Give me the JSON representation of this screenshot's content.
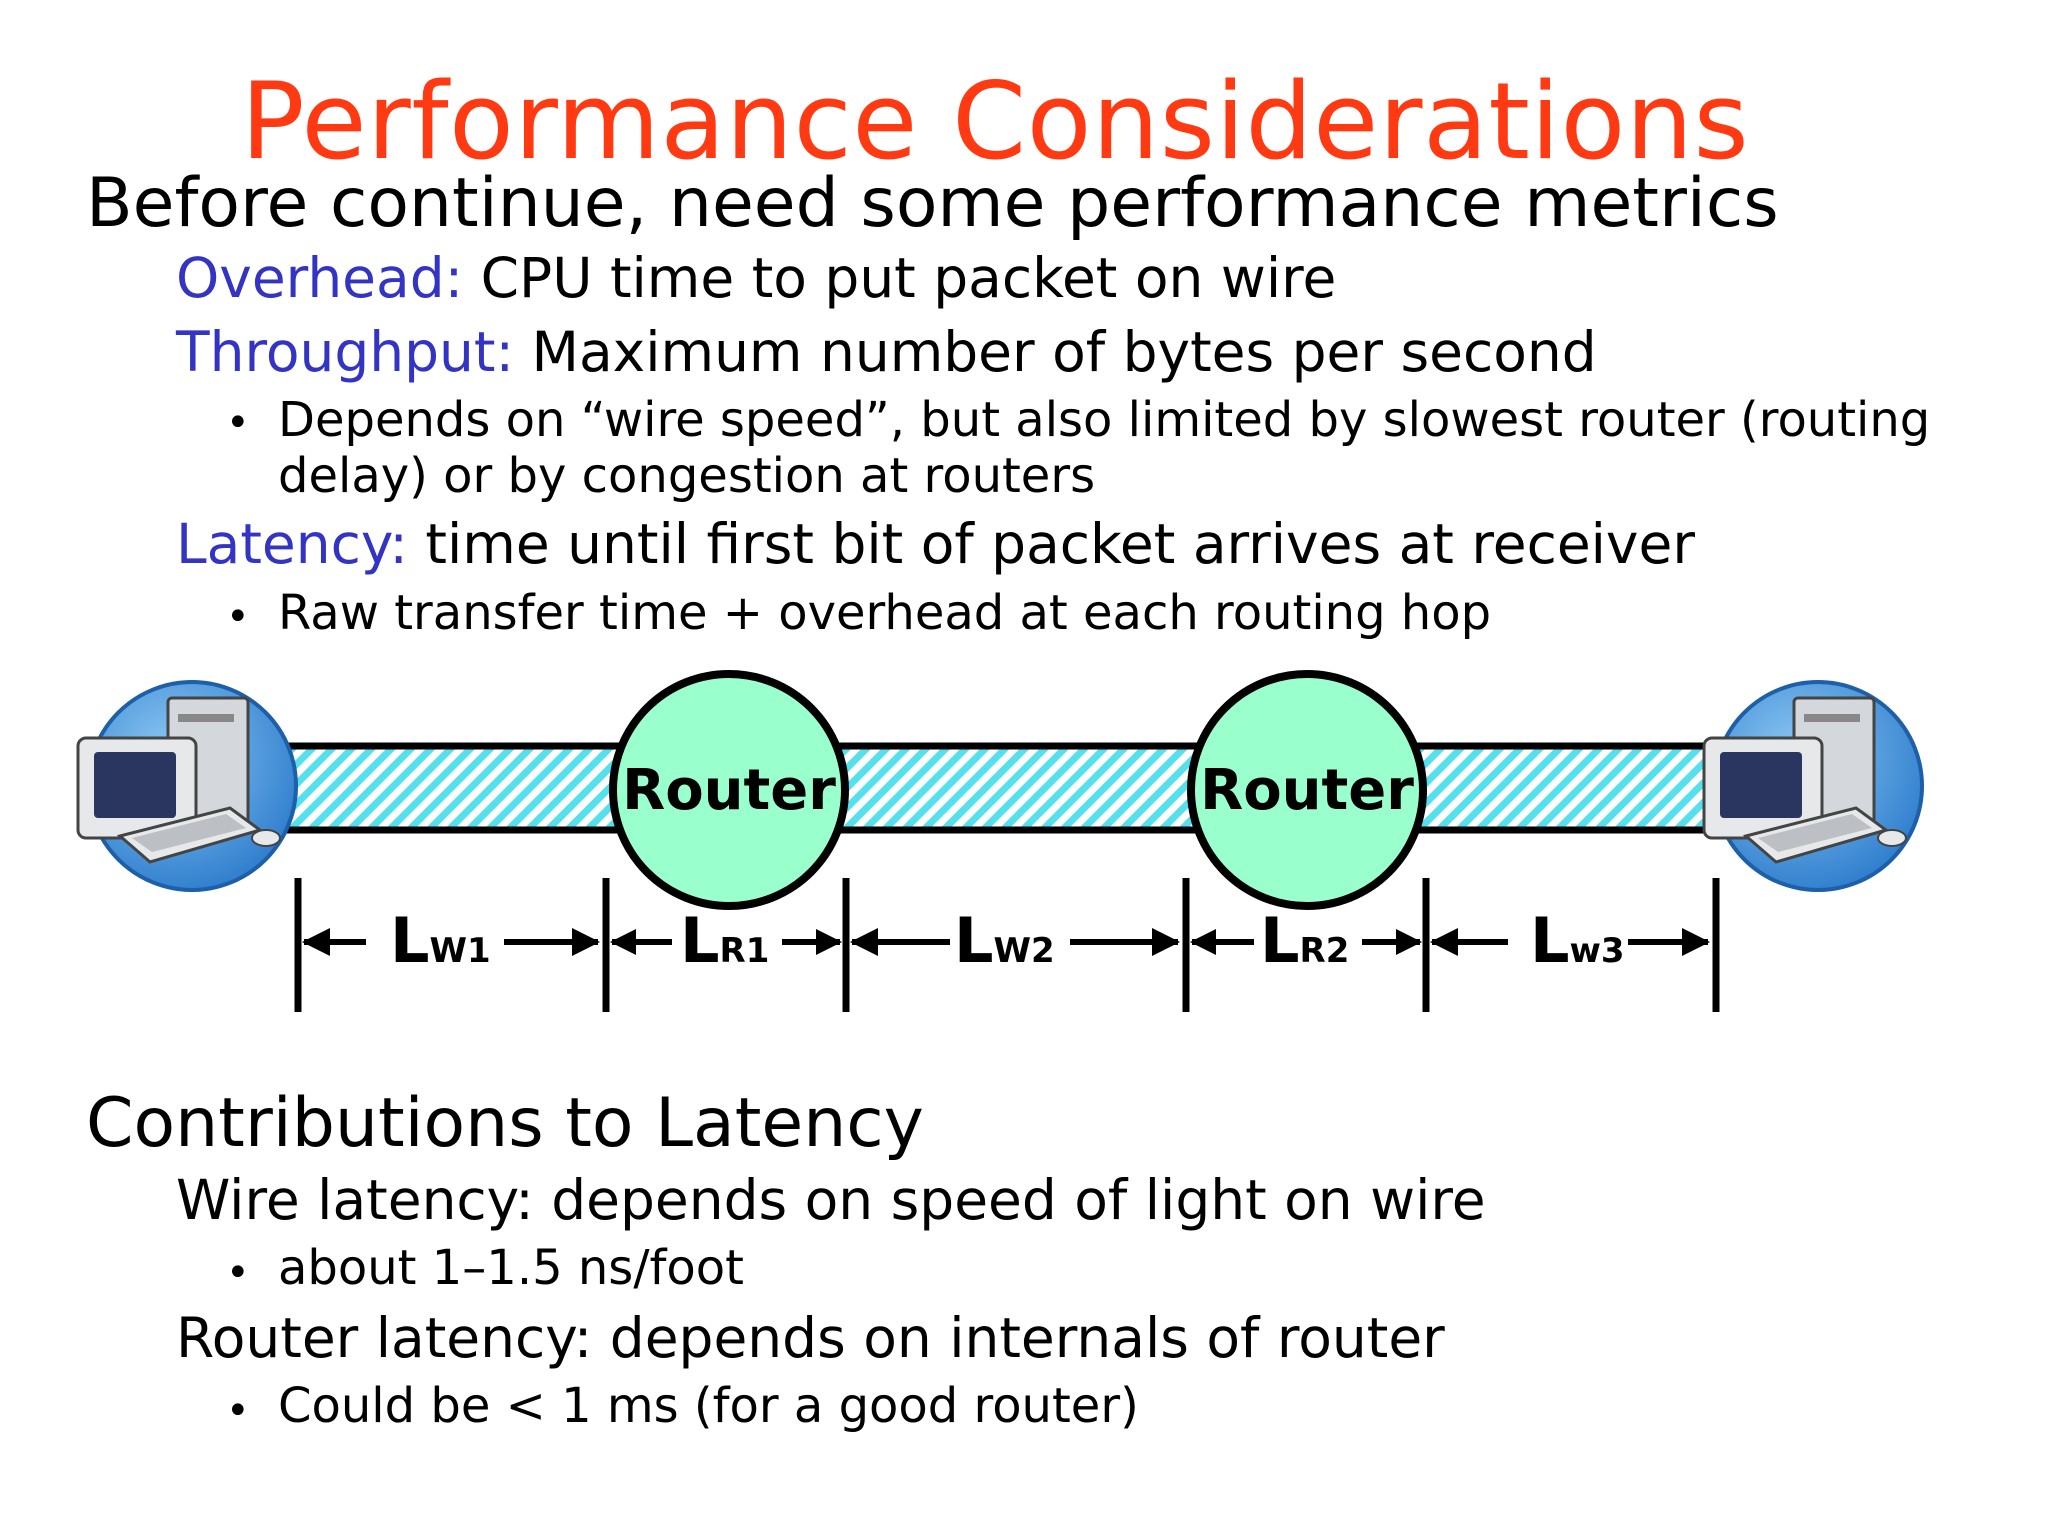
{
  "title": "Performance Considerations",
  "intro": "Before continue, need some performance metrics",
  "metrics": {
    "overhead_term": "Overhead:",
    "overhead_desc": "CPU time to put packet on wire",
    "throughput_term": "Throughput:",
    "throughput_desc": "Maximum number of bytes per second",
    "throughput_bullet_line1": "Depends on “wire speed”, but also limited by slowest router (routing",
    "throughput_bullet_line2": "delay) or by congestion at routers",
    "latency_term": "Latency:",
    "latency_desc": "time until first bit of packet arrives at receiver",
    "latency_bullet": "Raw transfer time + overhead at each routing hop"
  },
  "bullet_symbol": "•",
  "diagram": {
    "router1_label": "Router",
    "router2_label": "Router",
    "segments": [
      {
        "base": "L",
        "sub": "W1"
      },
      {
        "base": "L",
        "sub": "R1"
      },
      {
        "base": "L",
        "sub": "W2"
      },
      {
        "base": "L",
        "sub": "R2"
      },
      {
        "base": "L",
        "sub": "w3"
      }
    ],
    "colors": {
      "wire_fill": "#55e0ee",
      "router_fill": "#99ffcc",
      "globe": "#3c8fd8"
    }
  },
  "contributions": {
    "heading": "Contributions to Latency",
    "wire": "Wire latency: depends on speed of light on wire",
    "wire_bullet": "about 1–1.5 ns/foot",
    "router": "Router latency: depends on internals of router",
    "router_bullet": "Could be < 1 ms (for a good router)"
  },
  "colors": {
    "title": "#ff3a12",
    "term": "#3333c4"
  }
}
